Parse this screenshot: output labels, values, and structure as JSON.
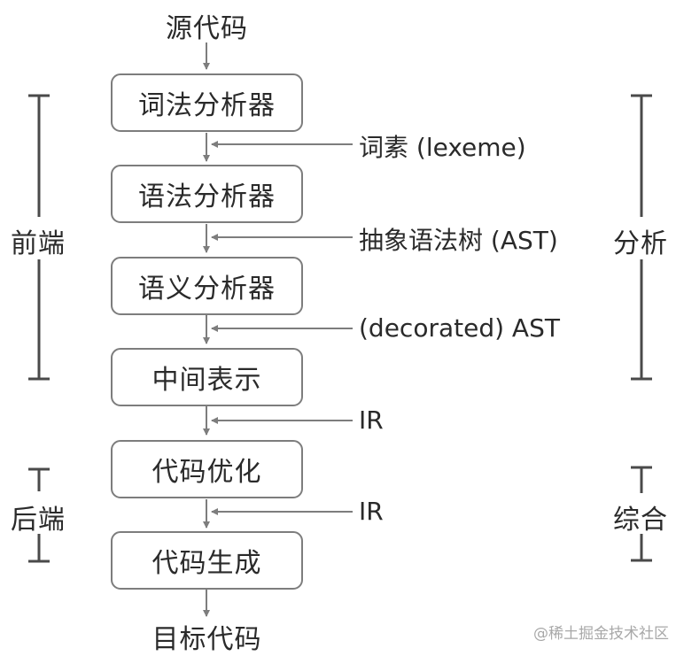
{
  "source": "源代码",
  "target": "目标代码",
  "stages": [
    "词法分析器",
    "语法分析器",
    "语义分析器",
    "中间表示",
    "代码优化",
    "代码生成"
  ],
  "artifacts": [
    "词素 (lexeme)",
    "抽象语法树 (AST)",
    "(decorated) AST",
    "IR",
    "IR"
  ],
  "left_groups": {
    "frontend": "前端",
    "backend": "后端"
  },
  "right_groups": {
    "analysis": "分析",
    "synthesis": "综合"
  },
  "watermark": "@稀土掘金技术社区",
  "colors": {
    "line": "#7d7d7d",
    "bracket": "#4a4a4a",
    "text": "#2a2a2a"
  }
}
